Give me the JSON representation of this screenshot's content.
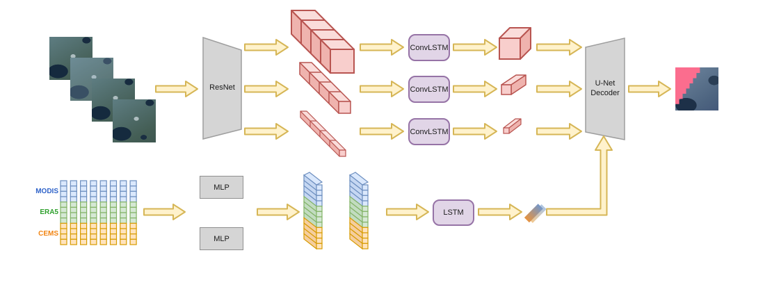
{
  "diagram": {
    "background": "#FFFFFF",
    "nodes": {
      "resnet": "ResNet",
      "convlstms": [
        "ConvLSTM",
        "ConvLSTM",
        "ConvLSTM"
      ],
      "unet": [
        "U-Net",
        "Decoder"
      ],
      "mlps": [
        "MLP",
        "MLP"
      ],
      "lstm": "LSTM"
    },
    "inputs": {
      "satellite_image_count": 4,
      "timeseries_column_count": 8,
      "timeseries": [
        {
          "name": "MODIS",
          "color": "#2F63C9",
          "cells": 4,
          "cell_fill": "#DAE8FC",
          "cell_stroke": "#6C8EBF",
          "face_fill": "#C5D7F2"
        },
        {
          "name": "ERA5",
          "color": "#2EA02C",
          "cells": 4,
          "cell_fill": "#D5E8D4",
          "cell_stroke": "#82B366",
          "face_fill": "#C2DCC0"
        },
        {
          "name": "CEMS",
          "color": "#F28411",
          "cells": 4,
          "cell_fill": "#FFE3BD",
          "cell_stroke": "#D79B00",
          "face_fill": "#F5CE9E"
        }
      ]
    },
    "features": {
      "scales": 3,
      "timesteps": 4,
      "fill": "#F8CECC",
      "fill_light": "#FADCDA",
      "fill_dark": "#EFB3AE",
      "stroke": "#B85450"
    },
    "styles": {
      "rnn_fill": "#E1D5E7",
      "rnn_stroke": "#9673A6",
      "block_fill": "#D5D5D5",
      "block_stroke": "#9E9E9E",
      "arrow_fill": "#FFF2CC",
      "arrow_stroke": "#D6B656",
      "mask_pink": "#FB6D8E",
      "fused_vector_top": "#7396C9",
      "fused_vector_bottom": "#E8933F",
      "fused_vector_top_light": "#AEC6E4",
      "fused_vector_bottom_light": "#F3C88F"
    }
  }
}
